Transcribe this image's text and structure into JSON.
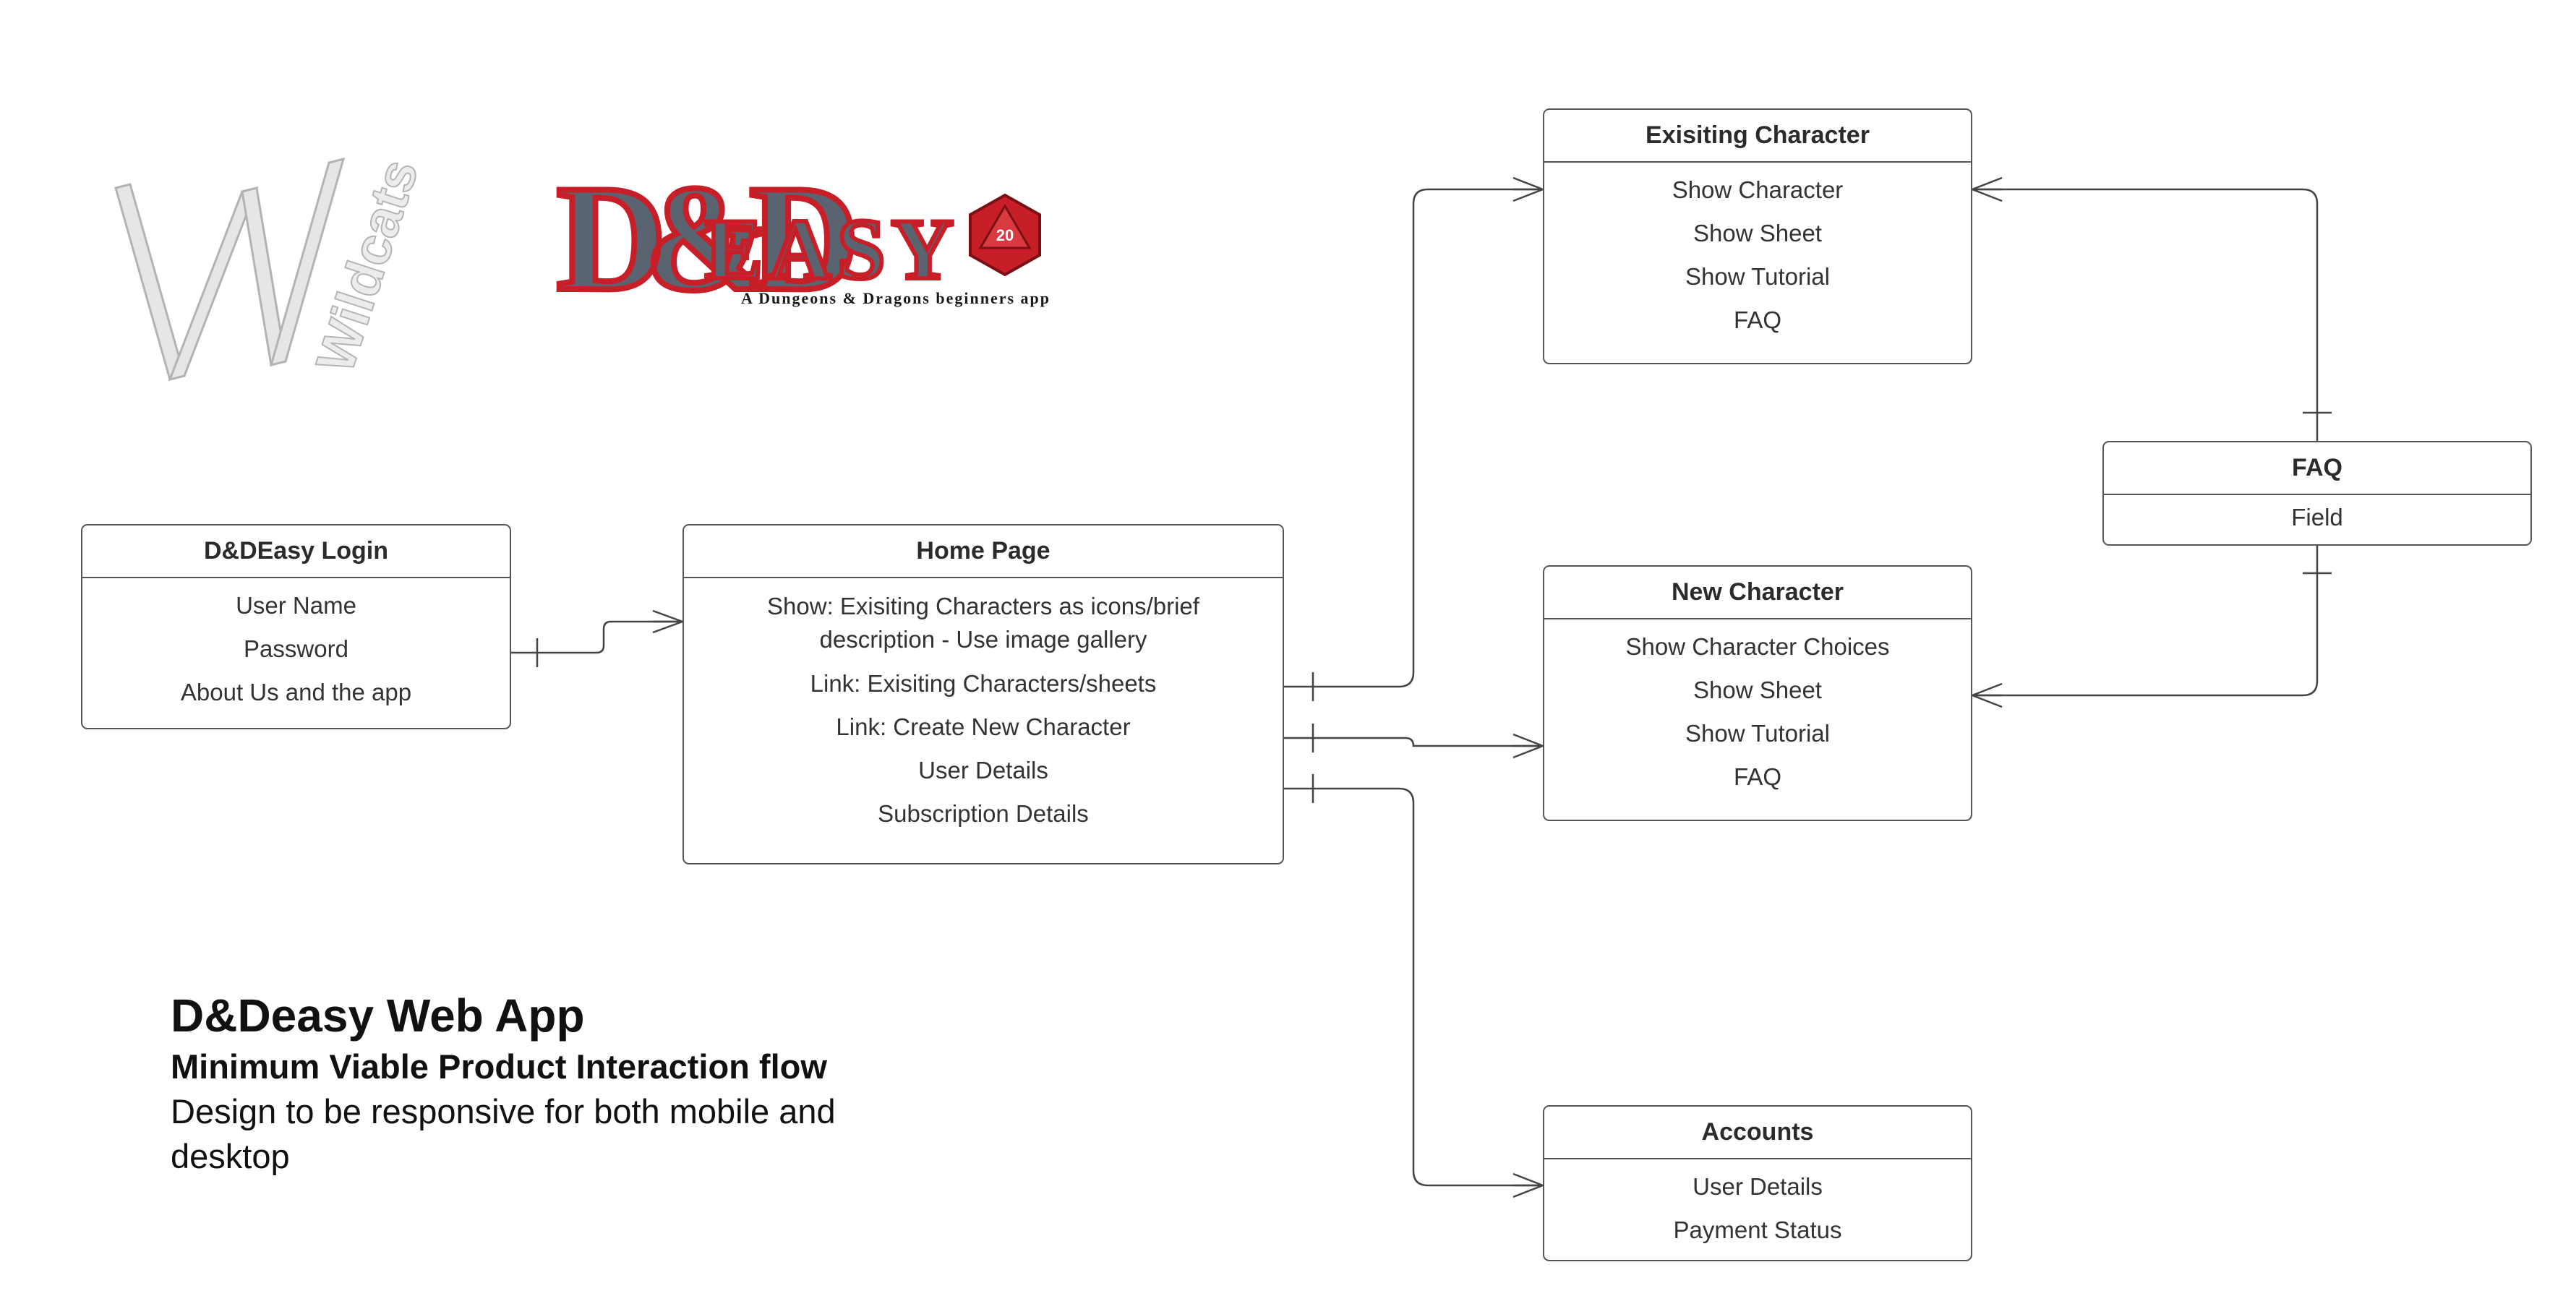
{
  "logos": {
    "wildcats": {
      "wordmark": "Wildcats",
      "letter": "W"
    },
    "dndeasy": {
      "letters": "D&D",
      "wordmark": "EASY",
      "tagline": "A Dungeons & Dragons beginners app",
      "die_mark": "20"
    }
  },
  "entities": {
    "login": {
      "title": "D&DEasy Login",
      "rows": [
        "User Name",
        "Password",
        "About Us and the app"
      ]
    },
    "home": {
      "title": "Home Page",
      "rows": [
        "Show: Exisiting Characters as icons/brief description - Use image gallery",
        "Link: Exisiting Characters/sheets",
        "Link: Create New Character",
        "User Details",
        "Subscription Details"
      ]
    },
    "existing": {
      "title": "Exisiting Character",
      "rows": [
        "Show Character",
        "Show Sheet",
        "Show Tutorial",
        "FAQ"
      ]
    },
    "faq": {
      "title": "FAQ",
      "rows": [
        "Field"
      ]
    },
    "newchar": {
      "title": "New Character",
      "rows": [
        "Show Character Choices",
        "Show Sheet",
        "Show Tutorial",
        "FAQ"
      ]
    },
    "accounts": {
      "title": "Accounts",
      "rows": [
        "User Details",
        "Payment Status"
      ]
    }
  },
  "caption": {
    "title": "D&Deasy Web App",
    "subtitle": "Minimum Viable Product Interaction flow",
    "description": "Design to be responsive for both mobile and desktop"
  },
  "colors": {
    "line": "#444444",
    "border": "#555555",
    "dnd_red": "#c81e28",
    "dnd_gray": "#5a6470"
  }
}
